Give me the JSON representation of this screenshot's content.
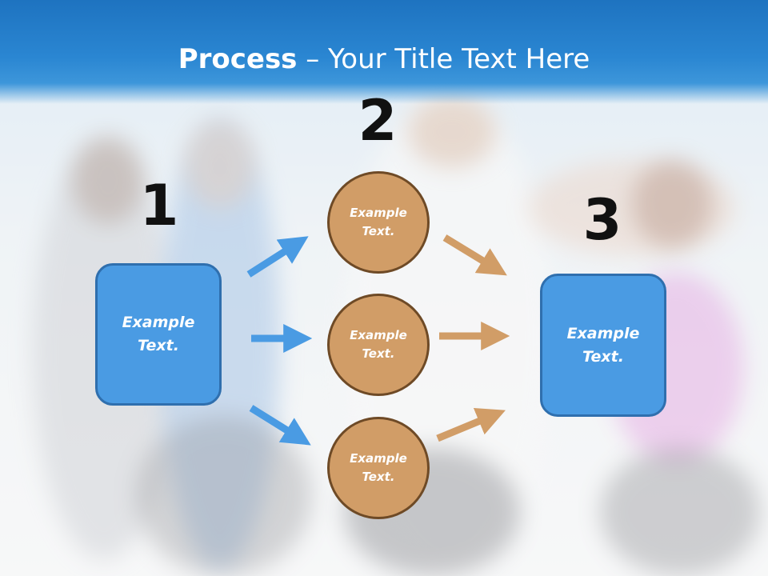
{
  "slide": {
    "title_bold": "Process",
    "title_rest": " – Your Title Text Here"
  },
  "steps": {
    "one": "1",
    "two": "2",
    "three": "3"
  },
  "left_box": {
    "label": "Example Text."
  },
  "circles": [
    {
      "label": "Example Text."
    },
    {
      "label": "Example Text."
    },
    {
      "label": "Example Text."
    }
  ],
  "right_box": {
    "label": "Example Text."
  },
  "colors": {
    "title_bar": "#2a86d2",
    "box_fill": "#4a9be3",
    "box_border": "#2f6fae",
    "circle_fill": "#d19d67",
    "circle_border": "#6e4a26",
    "blue_arrow": "#4a9be3",
    "tan_arrow": "#d19d67"
  }
}
